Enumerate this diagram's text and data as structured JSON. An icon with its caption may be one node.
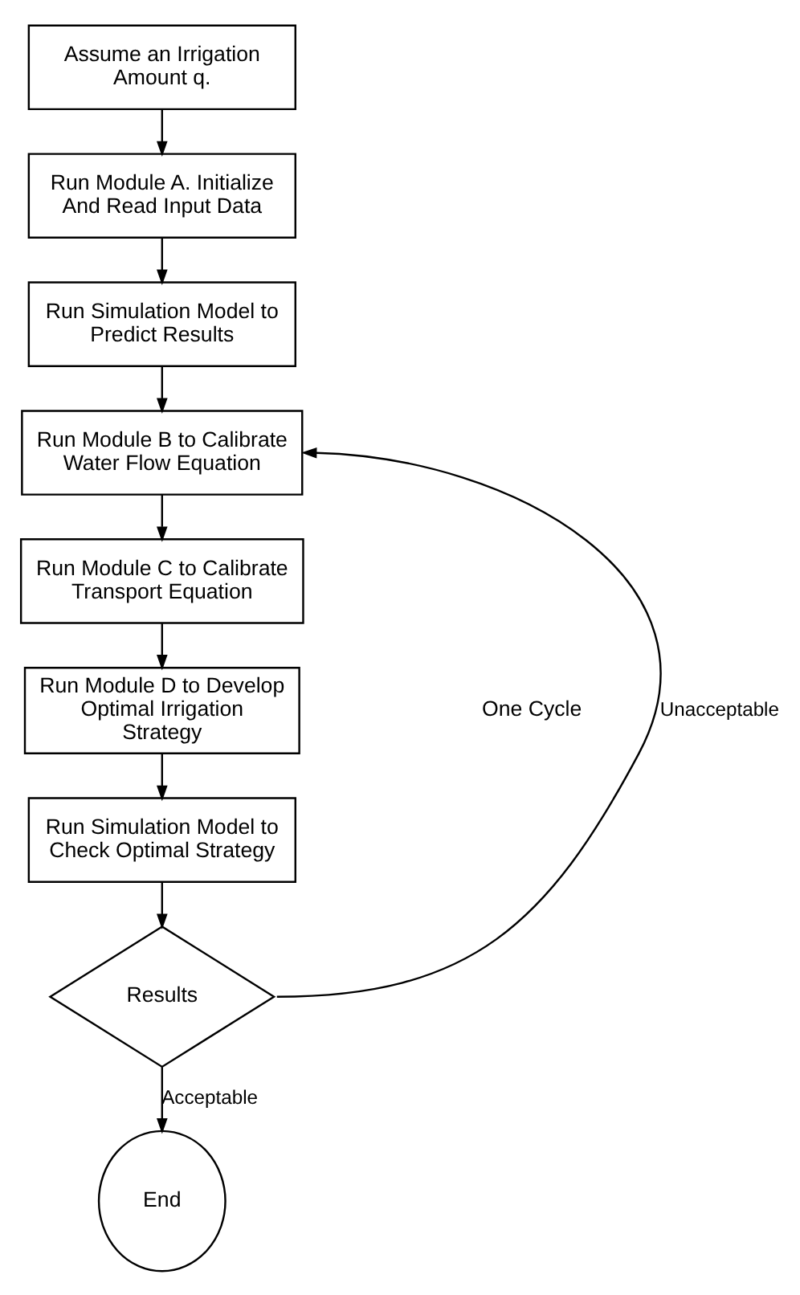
{
  "diagram": {
    "nodes": [
      {
        "text": [
          "Assume an Irrigation Amount q."
        ]
      },
      {
        "text": [
          "Run Module A. Initialize And Read Input Data"
        ]
      },
      {
        "text": [
          "Run Simulation Model to Predict Results"
        ]
      },
      {
        "text": [
          "Run Module B to Calibrate Water Flow Equation"
        ]
      },
      {
        "text": [
          "Run Module C to Calibrate Transport Equation"
        ]
      },
      {
        "text": [
          "Run Module D to Develop Optimal Irrigation Strategy"
        ]
      },
      {
        "text": [
          "Run Simulation Model to Check Optimal Strategy"
        ]
      },
      {
        "text": [
          "Results"
        ]
      },
      {
        "text": [
          "End"
        ]
      }
    ],
    "edges": [
      {
        "from": 0,
        "to": 1,
        "arrow": "to"
      },
      {
        "from": 1,
        "to": 2,
        "arrow": "to"
      },
      {
        "from": 2,
        "to": 3,
        "arrow": "to"
      },
      {
        "from": 3,
        "to": 4,
        "arrow": "to"
      },
      {
        "from": 4,
        "to": 5,
        "arrow": "to"
      },
      {
        "from": 5,
        "to": 6,
        "arrow": "to"
      },
      {
        "from": 6,
        "to": 7,
        "arrow": "to"
      },
      {
        "from": 7,
        "to": 3,
        "arrow": "to",
        "label": "Unacceptable"
      },
      {
        "from": 7,
        "to": 8,
        "arrow": "to",
        "label": "Acceptable"
      }
    ],
    "labels": [
      "One Cycle"
    ]
  }
}
